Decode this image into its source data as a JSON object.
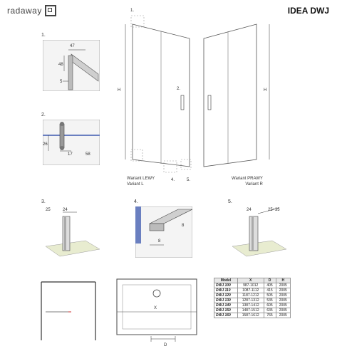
{
  "brand": {
    "name": "radaway"
  },
  "header": {
    "title": "IDEA DWJ"
  },
  "steps": [
    "1.",
    "2.",
    "3.",
    "4.",
    "5."
  ],
  "overview": {
    "height_label": "H",
    "callout_1": "1.",
    "callout_2": "2.",
    "callout_4": "4.",
    "callout_5": "5.",
    "variant_left": [
      "Wariant LEWY",
      "Variant L"
    ],
    "variant_right": [
      "Wariant PRAWY",
      "Variant R"
    ]
  },
  "dims": {
    "d47": "47",
    "d48": "48",
    "d5": "5",
    "d26": "26",
    "d17": "17",
    "d58": "58",
    "d25": "25",
    "d24": "24",
    "d8a": "8",
    "d8b": "8",
    "d24b": "24",
    "d2535": "25÷35",
    "x": "X",
    "d": "D"
  },
  "spec_table": {
    "headers": [
      "Model",
      "X",
      "D",
      "H"
    ],
    "rows": [
      [
        "DWJ 100",
        "987-1012",
        "405",
        "2005"
      ],
      [
        "DWJ 110",
        "1087-1112",
        "415",
        "2005"
      ],
      [
        "DWJ 120",
        "1187-1212",
        "505",
        "2005"
      ],
      [
        "DWJ 130",
        "1287-1312",
        "535",
        "2005"
      ],
      [
        "DWJ 140",
        "1387-1412",
        "605",
        "2005"
      ],
      [
        "DWJ 150",
        "1487-1512",
        "635",
        "2005"
      ],
      [
        "DWJ 160",
        "1587-1612",
        "765",
        "2005"
      ]
    ]
  }
}
